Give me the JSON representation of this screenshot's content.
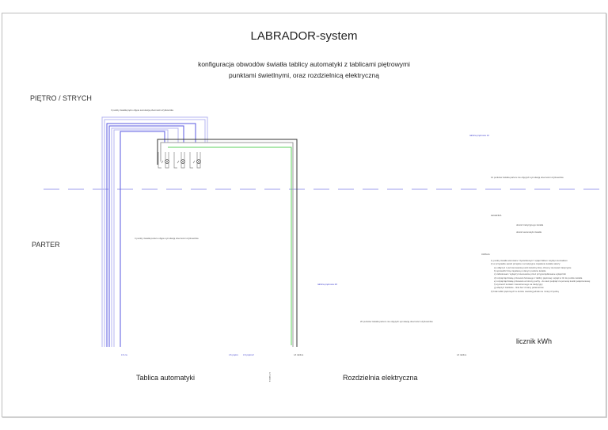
{
  "title": "LABRADOR-system",
  "subtitle_line1": "konfiguracja obwodów światła  tablicy automatyki z tablicami piętrowymi",
  "subtitle_line2": "punktami świetlnymi, oraz rozdzielnicą elektryczną",
  "floors": {
    "upper": "PIĘTRO / STRYCH",
    "ground": "PARTER"
  },
  "panels": {
    "automation": "Tablica automatyki",
    "distribution": "Rozdzielnia elektryczna",
    "floor_panel_upper": "tablica piętrowa 12",
    "floor_panel_ground": "tablica piętrowa 20",
    "meter": "licznik kWh"
  },
  "groups": {
    "upper_left_caption": "3 punkty światła piętro objęte sumulacją obecności użytkownika",
    "upper_right_caption": "12 punktów światła parteru nie objętych symulacją obecności użytkownika",
    "ground_left_caption": "4 punkty światła parteru objęte symulacją obecności użytkownika",
    "ground_right_caption": "20 punktów światła parteru nie objętych symulacją obecności użytkownika"
  },
  "connector_labels": {
    "ls_ca": "LS ca",
    "ls_pietro": "LS piętro",
    "ls_pietro2": "LS piętro2",
    "lz_tablica_left": "LZ tablica",
    "lz_tablica_right": "LZ tablica",
    "lz_tablica_vertical": "LZ tablica"
  },
  "legend": {
    "heading": "LEGENDA",
    "items": [
      {
        "label": "obwód tradycyjnego światła",
        "color": "#8a8a8a"
      },
      {
        "label": "obwód automatyki światła",
        "color": "#6a6ae8"
      }
    ]
  },
  "notes": {
    "heading": "UWAGA:",
    "items": [
      "1) punkty światła sterowane \"dywanikowym\" wyłącznikiem zwykłym kontaktem",
      "2) w przypadku awarii przejście na tradycyjne zapalanie światła należy:",
      "a) odłączyć z puli sterowania punkt świetlny który chcemy sterować tradycyjnie",
      "b) sprawdzić linię zapalaną w danym punkcie światła",
      "c) zablokować / wyłączyć sterowanie przez przyporządkowane wyłączniki",
      "d) rozpiąć łączówkę przewodu fazowego z tablicy piętrowej i wpiąć w 3c do punktu światła",
      "e) rozpiąć łączówkę przewodu od strony puchy - do sieci podpiąć za pomocą kostki połączeniowej",
      "f) wymienić kontakt z dwustronnego na tradycyjny",
      "g) włączyć zasilanie - linia bez zmiany parametrów",
      "3) brak tablic piętrowych w domku otwartej jednak nie mniej niż jedną"
    ]
  },
  "colors": {
    "automation_wire": "#5a5ae0",
    "automation_wire_light": "#b4b4f0",
    "traditional_wire": "#8a8a8a",
    "dark_wire": "#333333",
    "neutral_green": "#5cd05c",
    "floor_divider": "#7c7ce8"
  }
}
